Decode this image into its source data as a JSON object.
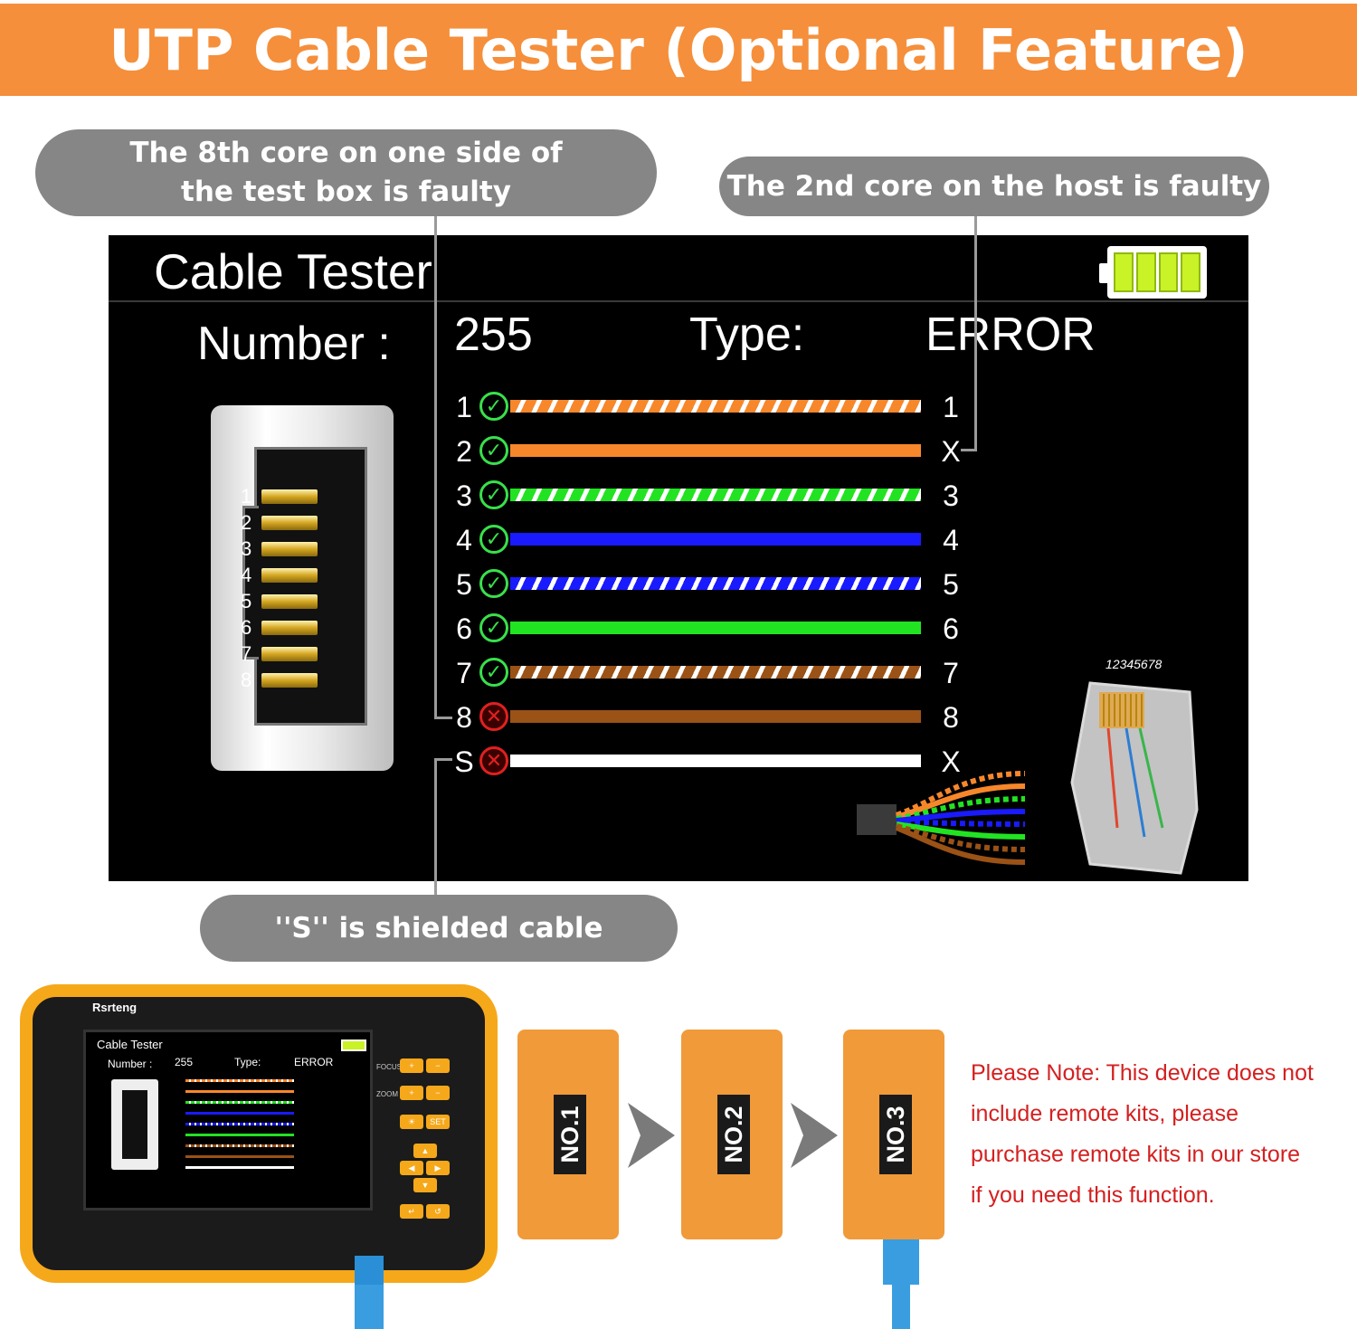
{
  "banner": {
    "title": "UTP Cable Tester (Optional Feature)",
    "color": "#f58f3b"
  },
  "callouts": {
    "left_line1": "The 8th core on one side of",
    "left_line2": "the test box is faulty",
    "right": "The 2nd core on the host is faulty",
    "bottom": "''S'' is shielded cable"
  },
  "screen": {
    "title": "Cable Tester",
    "number_label": "Number :",
    "number_value": "255",
    "type_label": "Type:",
    "type_value": "ERROR",
    "port_pins": [
      "1",
      "2",
      "3",
      "4",
      "5",
      "6",
      "7",
      "8"
    ],
    "rj45_caption": "12345678",
    "wires": [
      {
        "left": "1",
        "status": "ok",
        "status_glyph": "✓",
        "right": "1",
        "color": "#f7872b",
        "striped": true
      },
      {
        "left": "2",
        "status": "ok",
        "status_glyph": "✓",
        "right": "X",
        "color": "#f7872b",
        "striped": false
      },
      {
        "left": "3",
        "status": "ok",
        "status_glyph": "✓",
        "right": "3",
        "color": "#22e322",
        "striped": true
      },
      {
        "left": "4",
        "status": "ok",
        "status_glyph": "✓",
        "right": "4",
        "color": "#1a1aff",
        "striped": false
      },
      {
        "left": "5",
        "status": "ok",
        "status_glyph": "✓",
        "right": "5",
        "color": "#1a1aff",
        "striped": true
      },
      {
        "left": "6",
        "status": "ok",
        "status_glyph": "✓",
        "right": "6",
        "color": "#22e322",
        "striped": false
      },
      {
        "left": "7",
        "status": "ok",
        "status_glyph": "✓",
        "right": "7",
        "color": "#9a5216",
        "striped": true
      },
      {
        "left": "8",
        "status": "bad",
        "status_glyph": "✕",
        "right": "8",
        "color": "#9a5216",
        "striped": false
      },
      {
        "left": "S",
        "status": "bad",
        "status_glyph": "✕",
        "right": "X",
        "color": "#ffffff",
        "striped": false
      }
    ],
    "battery_color": "#c9f227"
  },
  "device": {
    "brand": "Rsrteng",
    "mini_title": "Cable Tester",
    "mini_number_label": "Number :",
    "mini_number_value": "255",
    "mini_type_label": "Type:",
    "mini_type_value": "ERROR",
    "focus_label": "FOCUS",
    "zoom_label": "ZOOM",
    "set_label": "SET",
    "plus": "+",
    "minus": "−",
    "accent": "#f6a81b"
  },
  "remotes": [
    {
      "label": "NO.1"
    },
    {
      "label": "NO.2"
    },
    {
      "label": "NO.3"
    }
  ],
  "note": {
    "line1": "Please Note: This device does not",
    "line2": "include remote kits, please",
    "line3": "purchase remote kits in our store",
    "line4": "if you need this function.",
    "color": "#d42020"
  }
}
